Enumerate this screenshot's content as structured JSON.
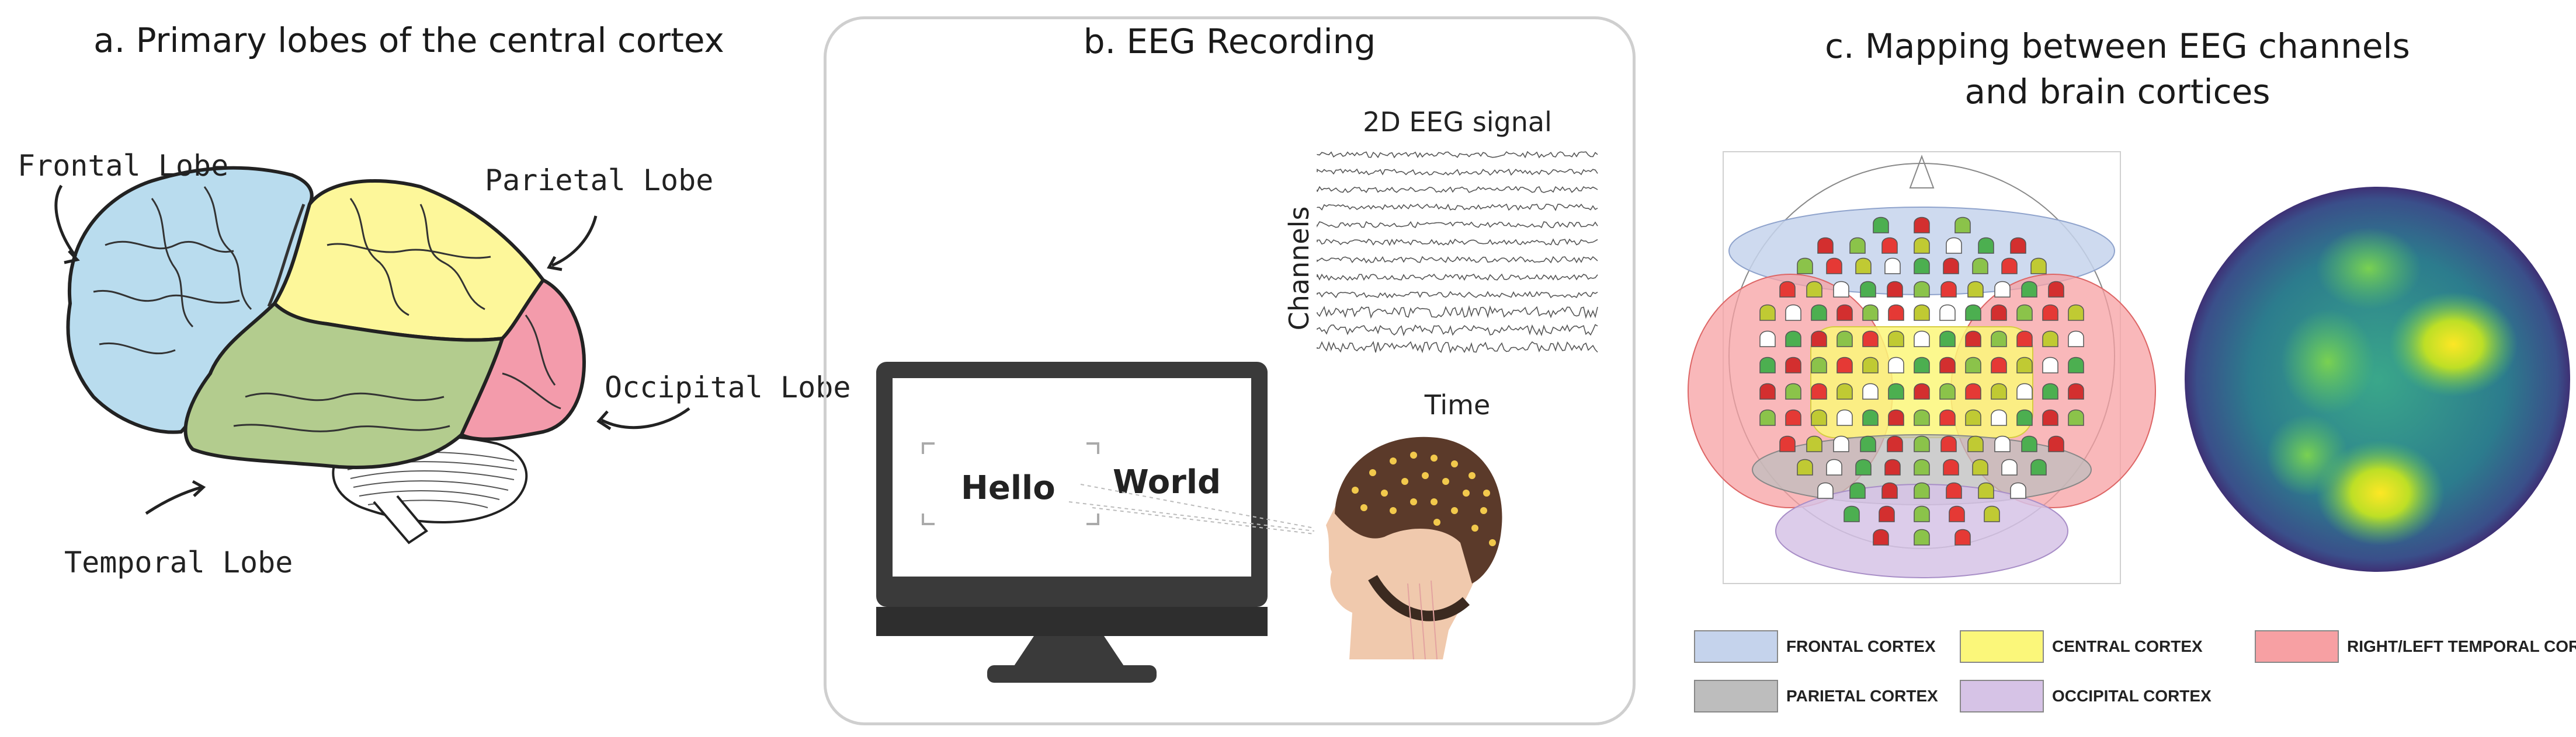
{
  "panel_a": {
    "title": "a. Primary lobes of the central cortex",
    "labels": {
      "frontal": "Frontal Lobe",
      "parietal": "Parietal Lobe",
      "occipital": "Occipital Lobe",
      "temporal": "Temporal Lobe"
    },
    "colors": {
      "frontal": "#b9dcee",
      "parietal": "#fdf79a",
      "occipital": "#f39bab",
      "temporal": "#b3cc8e"
    }
  },
  "panel_b": {
    "title": "b. EEG Recording",
    "signal_title": "2D EEG signal",
    "y_axis": "Channels",
    "x_axis": "Time",
    "screen_text_1": "Hello",
    "screen_text_2": "World"
  },
  "panel_c": {
    "title_line1": "c. Mapping between EEG channels",
    "title_line2": "and brain cortices",
    "legend": [
      {
        "label": "FRONTAL CORTEX",
        "color": "#c5d3ec"
      },
      {
        "label": "CENTRAL CORTEX",
        "color": "#fbf77a"
      },
      {
        "label": "RIGHT/LEFT TEMPORAL CORTEX",
        "color": "#f7a0a3"
      },
      {
        "label": "PARIETAL CORTEX",
        "color": "#bdbdbd"
      },
      {
        "label": "OCCIPITAL CORTEX",
        "color": "#d6c3e6"
      }
    ]
  }
}
